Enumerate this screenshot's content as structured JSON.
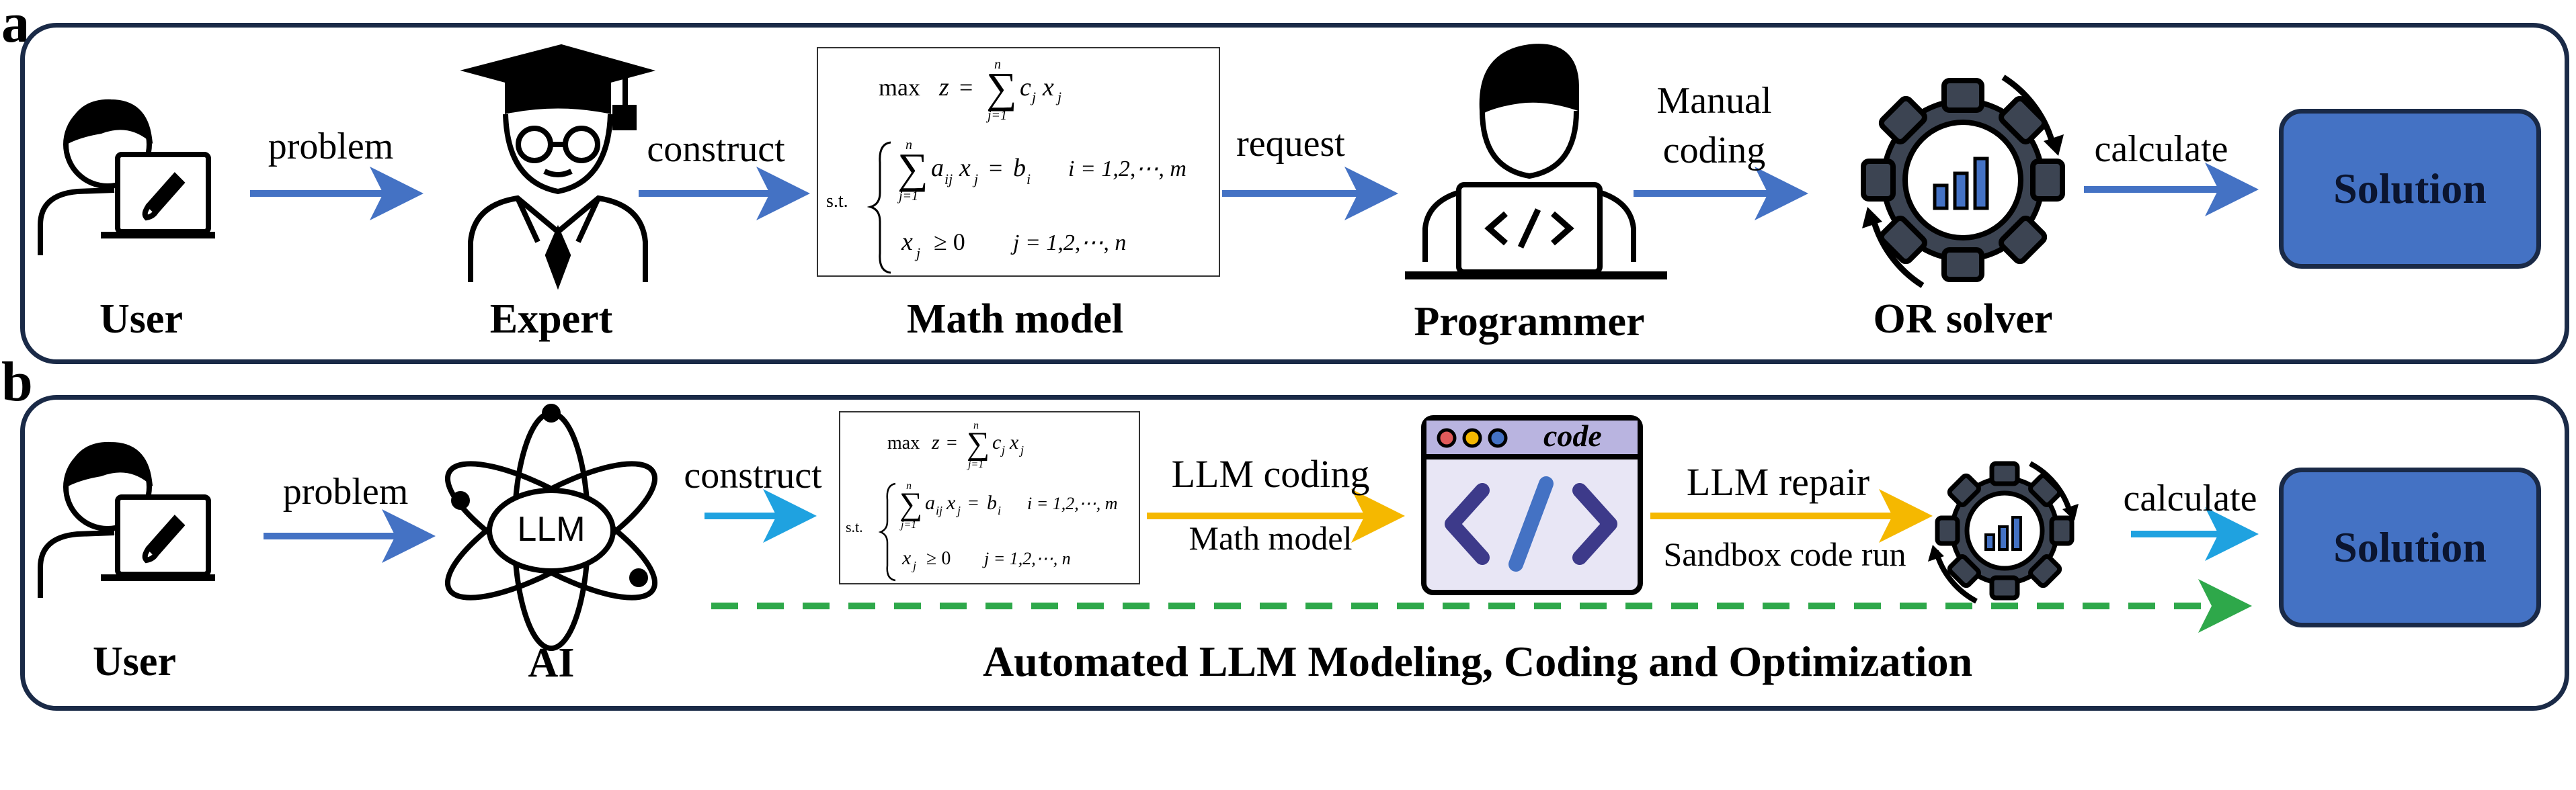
{
  "panel_a": {
    "letter": "a",
    "user_label": "User",
    "expert_label": "Expert",
    "math_model_label": "Math model",
    "programmer_label": "Programmer",
    "solver_label": "OR solver",
    "arrow_problem": "problem",
    "arrow_construct": "construct",
    "arrow_request": "request",
    "arrow_manual_line1": "Manual",
    "arrow_manual_line2": "coding",
    "arrow_calculate": "calculate",
    "solution": "Solution"
  },
  "panel_b": {
    "letter": "b",
    "user_label": "User",
    "ai_label": "AI",
    "llm_text": "LLM",
    "code_text": "code",
    "arrow_problem": "problem",
    "arrow_construct": "construct",
    "arrow_llm_coding": "LLM coding",
    "arrow_llm_coding_sub": "Math model",
    "arrow_llm_repair": "LLM repair",
    "arrow_llm_repair_sub": "Sandbox code run",
    "arrow_calculate": "calculate",
    "solution": "Solution",
    "caption": "Automated LLM Modeling, Coding and Optimization"
  },
  "math": {
    "max": "max",
    "z": "z",
    "eq": "=",
    "sum": "∑",
    "n": "n",
    "j1": "j=1",
    "cj": "c",
    "j": "j",
    "x": "x",
    "st": "s.t.",
    "a": "a",
    "ij": "ij",
    "bi": "b",
    "i": "i",
    "i_range": "i = 1,2,⋯, m",
    "geq0": "≥ 0",
    "j_range": "j = 1,2,⋯, n"
  },
  "colors": {
    "panel_border": "#1a2a47",
    "blue_arrow": "#4472c4",
    "cyan_arrow": "#1fa2e0",
    "yellow_arrow": "#f5b800",
    "green_dash": "#2ea84a",
    "solution_fill": "#4472c4"
  }
}
